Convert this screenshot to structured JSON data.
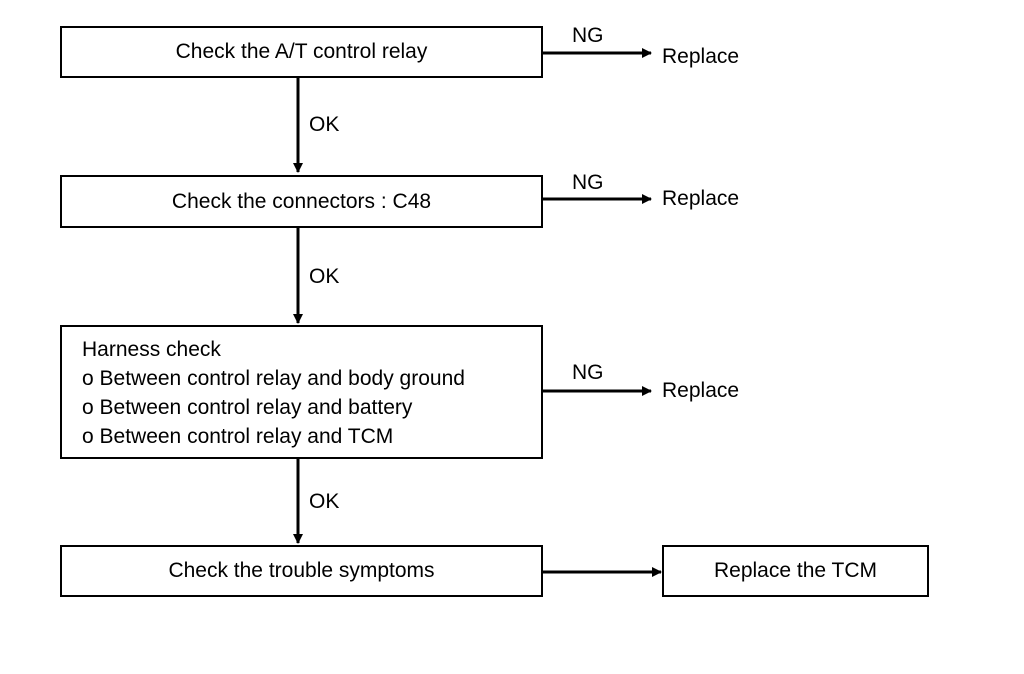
{
  "flowchart": {
    "step1": {
      "text": "Check the A/T control relay"
    },
    "step2": {
      "text": "Check the connectors : C48"
    },
    "step3": {
      "title": "Harness check",
      "bullets": [
        "o Between control relay and body ground",
        "o Between control relay and battery",
        "o Between control relay and TCM"
      ]
    },
    "step4": {
      "text": "Check the trouble symptoms"
    },
    "final": {
      "text": "Replace the TCM"
    },
    "branch_labels": {
      "ok": "OK",
      "ng": "NG",
      "replace": "Replace"
    }
  },
  "colors": {
    "line": "#000000",
    "background": "#ffffff"
  }
}
